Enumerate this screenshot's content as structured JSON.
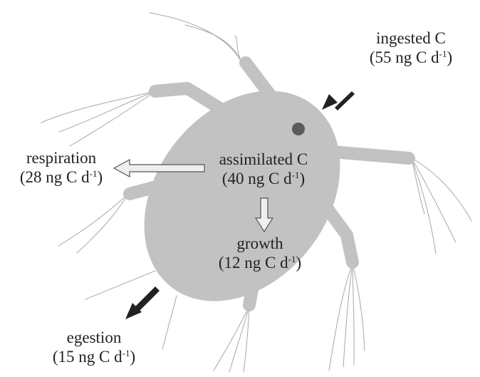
{
  "colors": {
    "body": "#c2c2c2",
    "eye": "#5a5a5a",
    "bristle": "#a8a8a8",
    "arrow_dark": "#222222",
    "arrow_light_fill": "#efefef",
    "arrow_light_stroke": "#555555",
    "text": "#222222"
  },
  "labels": {
    "ingested": {
      "title": "ingested C",
      "open": "(55 ng C d",
      "exp": "-1",
      "close": ")"
    },
    "assimilated": {
      "title": "assimilated C",
      "open": "(40 ng C d",
      "exp": "-1",
      "close": ")"
    },
    "respiration": {
      "title": "respiration",
      "open": "(28 ng C d",
      "exp": "-1",
      "close": ")"
    },
    "growth": {
      "title": "growth",
      "open": "(12 ng C d",
      "exp": "-1",
      "close": ")"
    },
    "egestion": {
      "title": "egestion",
      "open": "(15 ng C d",
      "exp": "-1",
      "close": ")"
    }
  },
  "arrows": {
    "ingested": {
      "style": "dark",
      "direction": "inward"
    },
    "respiration": {
      "style": "light",
      "direction": "left"
    },
    "growth": {
      "style": "light",
      "direction": "down"
    },
    "egestion": {
      "style": "dark",
      "direction": "outward"
    }
  }
}
